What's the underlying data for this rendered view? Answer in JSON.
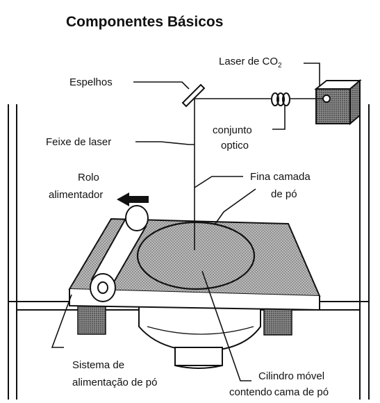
{
  "title": "Componentes Básicos",
  "labels": {
    "laser_prefix": "Laser de ",
    "laser_co": "CO",
    "laser_sub": "2",
    "espelhos": "Espelhos",
    "feixe": "Feixe de laser",
    "conjunto_l1": "conjunto",
    "conjunto_l2": "optico",
    "rolo_l1": "Rolo",
    "rolo_l2": "alimentador",
    "fina_l1": "Fina camada",
    "fina_l2": "de pó",
    "sistema_l1": "Sistema de",
    "sistema_l2a": "alimentação",
    "sistema_l2b": "de pó",
    "cilindro_l1": "Cilindro móvel",
    "cilindro_l2a": "contendo",
    "cilindro_l2b": "cama de pó"
  },
  "colors": {
    "ink": "#111111",
    "stipple": "#9a9a9a",
    "paper": "#ffffff"
  }
}
